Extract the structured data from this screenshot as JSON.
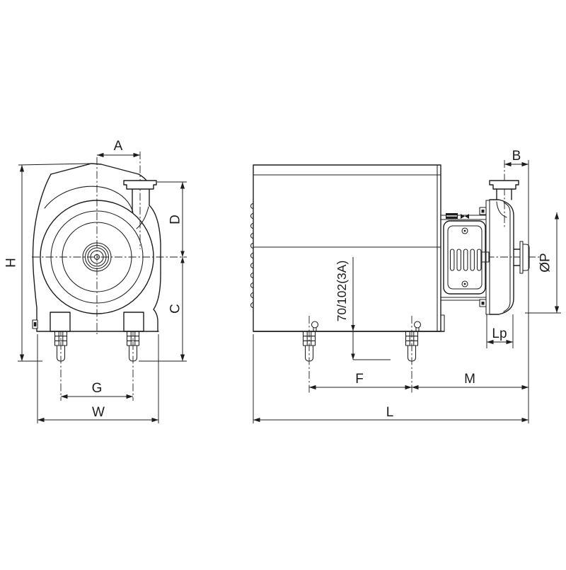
{
  "drawing": {
    "colors": {
      "line": "#1c1c1c",
      "background": "#ffffff"
    },
    "dimensions": {
      "A": "A",
      "B": "B",
      "C": "C",
      "D": "D",
      "F": "F",
      "G": "G",
      "H": "H",
      "L": "L",
      "Lp": "Lp",
      "M": "M",
      "W": "W",
      "port_diameter": "ØP",
      "shaft_height_note": "70/102(3A)"
    }
  }
}
